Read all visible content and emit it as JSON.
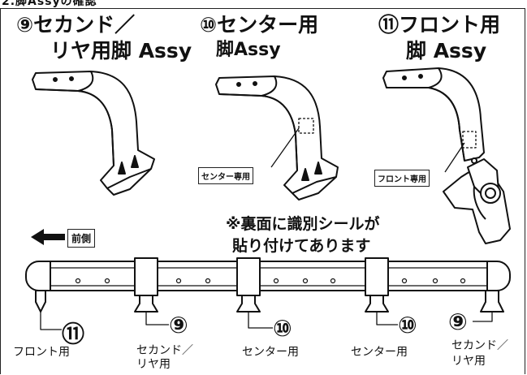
{
  "header_cut_text": "2.脚Assyの確認",
  "parts": [
    {
      "title_line1": "⑨セカンド／",
      "title_line2": "リヤ用脚 Assy"
    },
    {
      "title_line1": "⑩センター用",
      "title_line2": "脚Assy",
      "tag": "センター専用"
    },
    {
      "title_line1": "⑪フロント用",
      "title_line2": "脚 Assy",
      "tag": "フロント専用"
    }
  ],
  "note": {
    "line1": "※裏面に識別シールが",
    "line2": "貼り付けてあります"
  },
  "direction_label": "前側",
  "bar_labels": [
    {
      "number": "⑪",
      "text": "フロント用"
    },
    {
      "number": "⑨",
      "text_line1": "セカンド／",
      "text_line2": "リヤ用"
    },
    {
      "number": "⑩",
      "text": "センター用"
    },
    {
      "number": "⑩",
      "text": "センター用"
    },
    {
      "number": "⑨",
      "text_line1": "セカンド／",
      "text_line2": "リヤ用"
    }
  ]
}
